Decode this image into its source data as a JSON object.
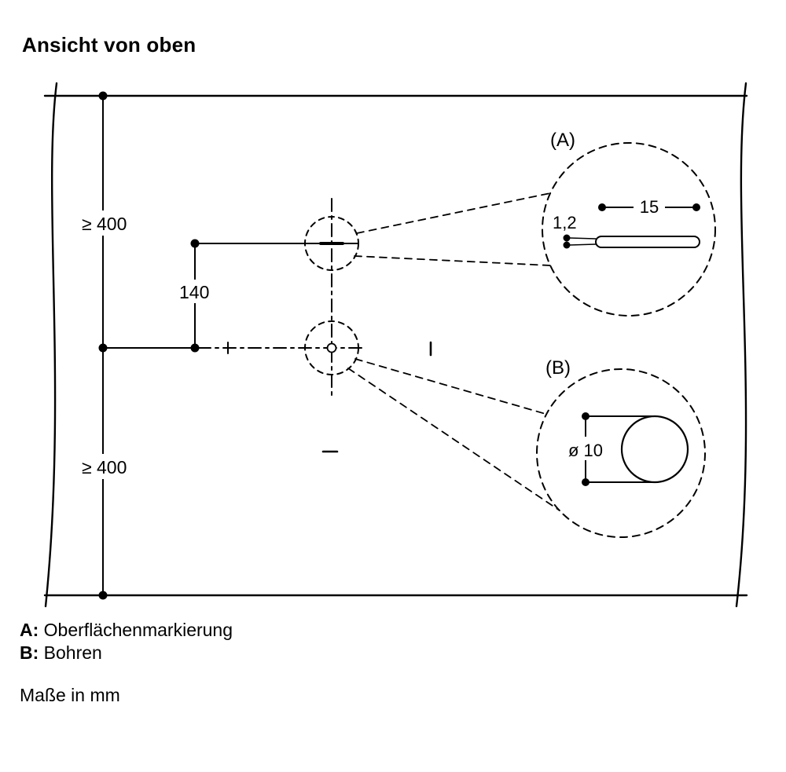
{
  "title": "Ansicht von oben",
  "diagram": {
    "dim_top": "≥ 400",
    "dim_140": "140",
    "dim_bottom": "≥ 400",
    "detail_a": {
      "label": "(A)",
      "width": "15",
      "height": "1,2"
    },
    "detail_b": {
      "label": "(B)",
      "diameter": "ø 10"
    }
  },
  "legend": {
    "a_key": "A:",
    "a_text": "Oberflächenmarkierung",
    "b_key": "B:",
    "b_text": "Bohren"
  },
  "note": "Maße in mm"
}
